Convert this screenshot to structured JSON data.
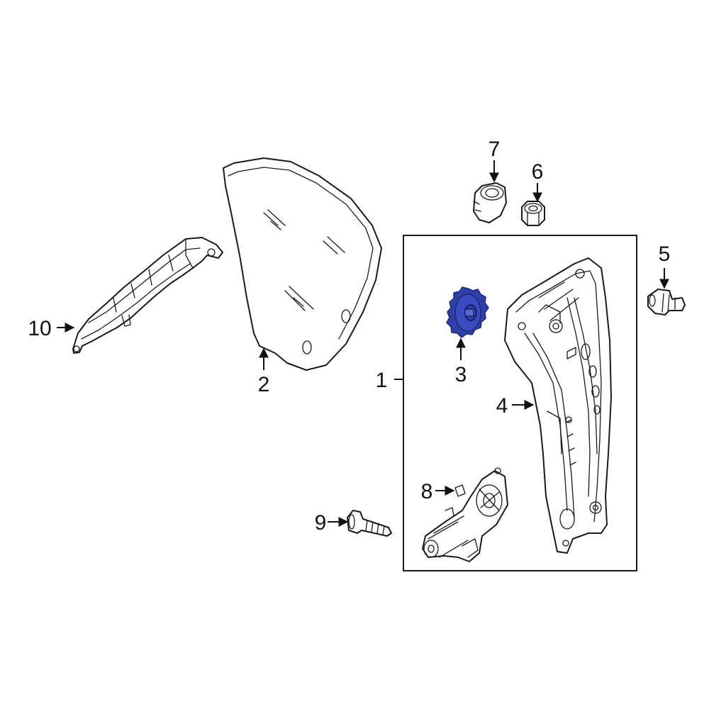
{
  "colors": {
    "line": "#1a1a1a",
    "highlight": "#2f3fa8",
    "highlight_dark": "#1c2a7a",
    "background": "#ffffff"
  },
  "callouts": [
    {
      "id": "1",
      "text": "1"
    },
    {
      "id": "2",
      "text": "2"
    },
    {
      "id": "3",
      "text": "3"
    },
    {
      "id": "4",
      "text": "4"
    },
    {
      "id": "5",
      "text": "5"
    },
    {
      "id": "6",
      "text": "6"
    },
    {
      "id": "7",
      "text": "7"
    },
    {
      "id": "8",
      "text": "8"
    },
    {
      "id": "9",
      "text": "9"
    },
    {
      "id": "10",
      "text": "10"
    }
  ],
  "highlighted_part": "3"
}
